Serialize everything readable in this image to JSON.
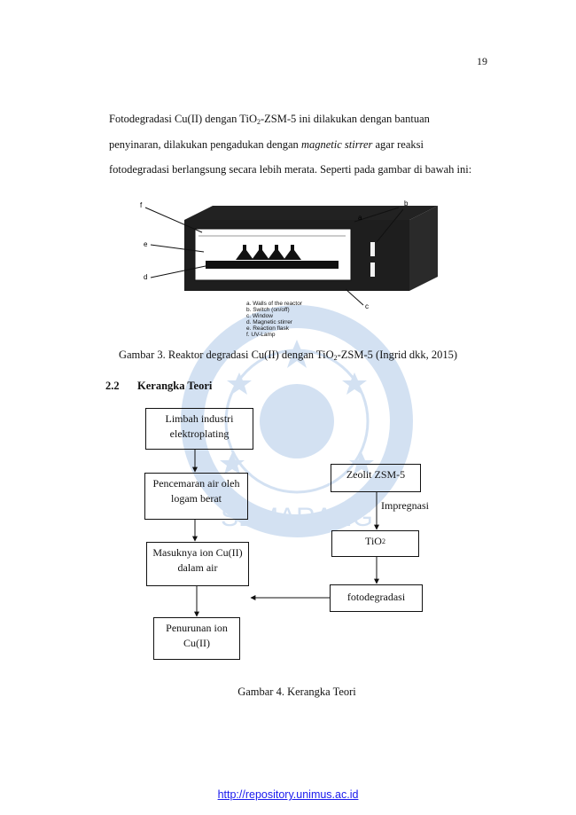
{
  "page": {
    "page_number": "19",
    "paragraph_lines": [
      [
        "Fotodegradasi Cu(II) dengan TiO",
        "2",
        "-ZSM-5 ini dilakukan dengan bantuan"
      ],
      [
        "penyinaran, dilakukan pengadukan dengan ",
        "magnetic stirrer",
        " agar reaksi"
      ],
      [
        "fotodegradasi berlangsung secara lebih merata. Seperti pada gambar di bawah ini:"
      ]
    ],
    "figure3": {
      "legend": [
        "a. Walls of the reactor",
        "b. Switch (on/off)",
        "c. Window",
        "d. Magnetic stirrer",
        "e. Reaction flask",
        "f. UV-Lamp"
      ],
      "letters": [
        "f",
        "e",
        "d",
        "b",
        "c",
        "a"
      ],
      "caption_pre": "Gambar 3. Reaktor degradasi Cu(II) dengan TiO",
      "caption_sub": "2",
      "caption_post": "-ZSM-5 (Ingrid dkk, 2015)"
    },
    "section": {
      "number": "2.2",
      "title": "Kerangka Teori"
    },
    "flow": {
      "limbah": "Limbah industri elektroplating",
      "pencemaran": "Pencemaran air oleh logam berat",
      "masuknya": "Masuknya ion Cu(II) dalam air",
      "penurunan": "Penurunan ion Cu(II)",
      "zeolit": "Zeolit ZSM-5",
      "impregnasi": "Impregnasi",
      "tio2_main": "TiO",
      "tio2_sub": "2",
      "fotodegradasi": "fotodegradasi"
    },
    "figure4_caption": "Gambar 4. Kerangka Teori",
    "watermark_text": "SEMARANG",
    "footer_link": "http://repository.unimus.ac.id"
  }
}
